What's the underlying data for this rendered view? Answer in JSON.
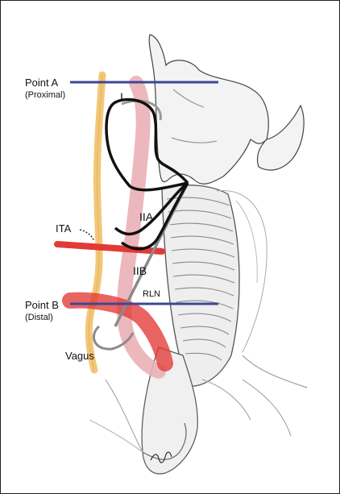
{
  "labels": {
    "point_a": "Point A",
    "point_a_sub": "(Proximal)",
    "point_b": "Point B",
    "point_b_sub": "(Distal)",
    "ita": "ITA",
    "vagus": "Vagus",
    "rln": "RLN",
    "branch_i": "I",
    "branch_iia": "IIA",
    "branch_iib": "IIB"
  },
  "colors": {
    "cut_line": "#3c4796",
    "artery": "#e23a36",
    "vagus_nerve": "#f3c777",
    "rln_nerve": "#eab0b6",
    "nerve_path": "#111111",
    "rln_line": "#8a8a8a"
  }
}
